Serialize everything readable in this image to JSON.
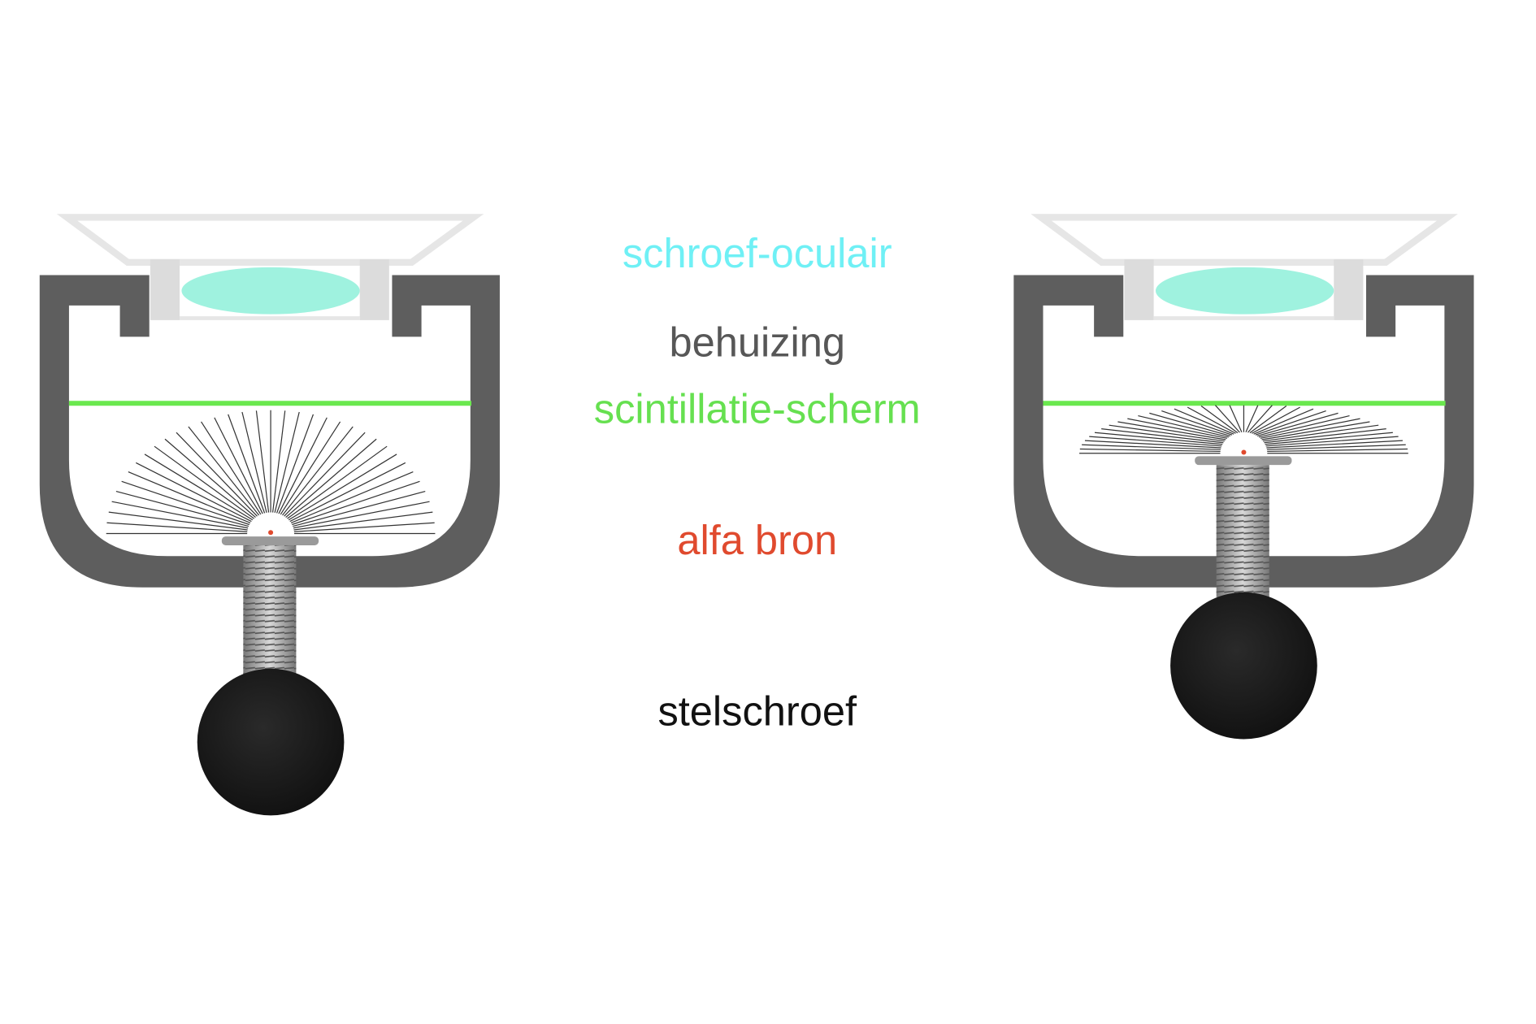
{
  "labels": {
    "eyepiece": "schroef-oculair",
    "housing": "behuizing",
    "screen": "scintillatie-scherm",
    "source": "alfa bron",
    "adjust_screw": "stelschroef"
  },
  "colors": {
    "eyepiece": "#6ff0f5",
    "housing": "#575757",
    "screen": "#66e050",
    "source": "#e04a2e",
    "adjust_screw": "#111111",
    "housing_fill": "#5e5e5e",
    "lens_fill": "#9ff2df",
    "screen_line": "#6ae84e",
    "knob_fill": "#1a1a1a"
  },
  "devices": [
    {
      "name": "source-far-from-screen",
      "ray_count": 37
    },
    {
      "name": "source-close-to-screen",
      "ray_count": 37
    }
  ]
}
